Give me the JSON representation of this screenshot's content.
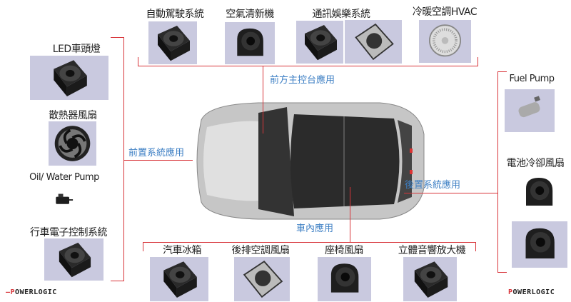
{
  "groups": {
    "front_console": "前方主控台應用",
    "front_system": "前置系統應用",
    "rear_system": "後置系統應用",
    "interior": "車內應用"
  },
  "top_items": [
    "自動駕駛系統",
    "空氣清新機",
    "通訊娛樂系統",
    "冷暖空調HVAC"
  ],
  "left_items": [
    "LED車頭燈",
    "散熱器風扇",
    "Oil/ Water  Pump",
    "行車電子控制系統"
  ],
  "right_items": [
    "Fuel Pump",
    "電池冷卻風扇"
  ],
  "bottom_items": [
    "汽車冰箱",
    "後排空調風扇",
    "座椅風扇",
    "立體音響放大機"
  ],
  "logo_text": "POWERLOGIC",
  "colors": {
    "bracket": "#d8353a",
    "group_label": "#3d7fc4",
    "image_bg": "#c9c9df"
  }
}
